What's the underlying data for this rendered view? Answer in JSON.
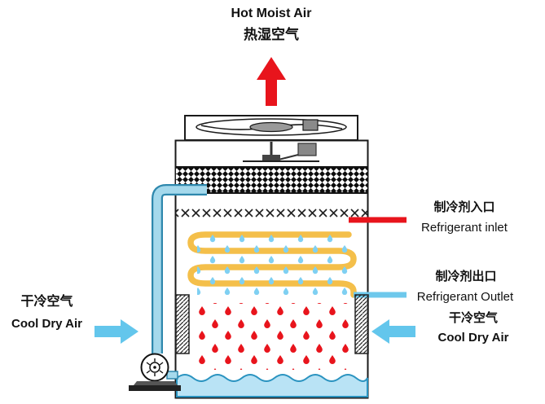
{
  "labels": {
    "hot_moist_air": {
      "en": "Hot Moist Air",
      "zh": "热湿空气"
    },
    "cool_dry_air_left": {
      "zh": "干冷空气",
      "en": "Cool Dry Air"
    },
    "refrigerant_inlet": {
      "zh": "制冷剂入口",
      "en": "Refrigerant inlet"
    },
    "refrigerant_outlet": {
      "zh": "制冷剂出口",
      "en": "Refrigerant Outlet"
    },
    "cool_dry_air_right": {
      "zh": "干冷空气",
      "en": "Cool Dry Air"
    }
  },
  "colors": {
    "hot_air_arrow": "#e8141c",
    "cool_air_arrow": "#63c6ec",
    "refrigerant_inlet_line": "#e8141c",
    "refrigerant_outlet_line": "#6ec8ec",
    "coil": "#f4bf4a",
    "water": "#b9e3f5",
    "water_edge": "#2a93c0",
    "pipe_fill": "#a5d9ec",
    "pipe_outline": "#2e88ad",
    "blue_droplet": "#7fd0f2",
    "red_droplet": "#e8141c",
    "outline": "#1a1a1a"
  }
}
